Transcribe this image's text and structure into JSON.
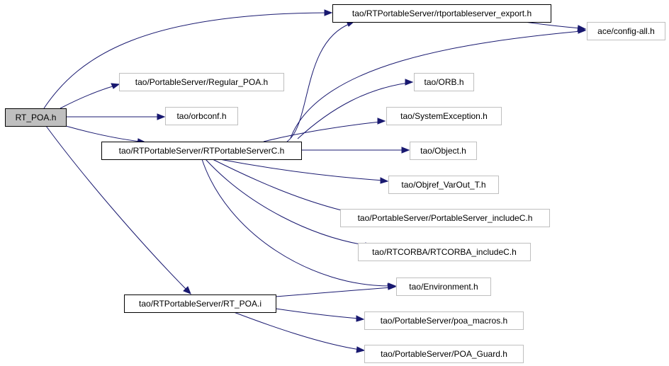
{
  "colors": {
    "edge": "#191970",
    "focus_fill": "#bfbfbf",
    "focus_border": "#000000",
    "normal_fill": "#ffffff",
    "normal_border": "#000000",
    "external_border": "#bfbfbf"
  },
  "nodes": {
    "rt_poa_h": {
      "label": "RT_POA.h",
      "kind": "focus"
    },
    "rtportableserver_export_h": {
      "label": "tao/RTPortableServer/rtportableserver_export.h",
      "kind": "normal"
    },
    "config_all_h": {
      "label": "ace/config-all.h",
      "kind": "external"
    },
    "regular_poa_h": {
      "label": "tao/PortableServer/Regular_POA.h",
      "kind": "external"
    },
    "orbconf_h": {
      "label": "tao/orbconf.h",
      "kind": "external"
    },
    "orb_h": {
      "label": "tao/ORB.h",
      "kind": "external"
    },
    "systemexception_h": {
      "label": "tao/SystemException.h",
      "kind": "external"
    },
    "rtportableserverc_h": {
      "label": "tao/RTPortableServer/RTPortableServerC.h",
      "kind": "normal"
    },
    "object_h": {
      "label": "tao/Object.h",
      "kind": "external"
    },
    "objref_varout_t_h": {
      "label": "tao/Objref_VarOut_T.h",
      "kind": "external"
    },
    "portableserver_includec_h": {
      "label": "tao/PortableServer/PortableServer_includeC.h",
      "kind": "external"
    },
    "rtcorba_includec_h": {
      "label": "tao/RTCORBA/RTCORBA_includeC.h",
      "kind": "external"
    },
    "environment_h": {
      "label": "tao/Environment.h",
      "kind": "external"
    },
    "rt_poa_i": {
      "label": "tao/RTPortableServer/RT_POA.i",
      "kind": "normal"
    },
    "poa_macros_h": {
      "label": "tao/PortableServer/poa_macros.h",
      "kind": "external"
    },
    "poa_guard_h": {
      "label": "tao/PortableServer/POA_Guard.h",
      "kind": "external"
    }
  },
  "edges": [
    {
      "from": "rt_poa_h",
      "to": "rtportableserver_export_h"
    },
    {
      "from": "rt_poa_h",
      "to": "regular_poa_h"
    },
    {
      "from": "rt_poa_h",
      "to": "orbconf_h"
    },
    {
      "from": "rt_poa_h",
      "to": "rtportableserverc_h"
    },
    {
      "from": "rt_poa_h",
      "to": "rt_poa_i"
    },
    {
      "from": "rtportableserver_export_h",
      "to": "config_all_h"
    },
    {
      "from": "rtportableserverc_h",
      "to": "rtportableserver_export_h"
    },
    {
      "from": "rtportableserverc_h",
      "to": "config_all_h"
    },
    {
      "from": "rtportableserverc_h",
      "to": "orb_h"
    },
    {
      "from": "rtportableserverc_h",
      "to": "systemexception_h"
    },
    {
      "from": "rtportableserverc_h",
      "to": "object_h"
    },
    {
      "from": "rtportableserverc_h",
      "to": "objref_varout_t_h"
    },
    {
      "from": "rtportableserverc_h",
      "to": "portableserver_includec_h"
    },
    {
      "from": "rtportableserverc_h",
      "to": "rtcorba_includec_h"
    },
    {
      "from": "rtportableserverc_h",
      "to": "environment_h"
    },
    {
      "from": "rt_poa_i",
      "to": "environment_h"
    },
    {
      "from": "rt_poa_i",
      "to": "poa_macros_h"
    },
    {
      "from": "rt_poa_i",
      "to": "poa_guard_h"
    }
  ]
}
